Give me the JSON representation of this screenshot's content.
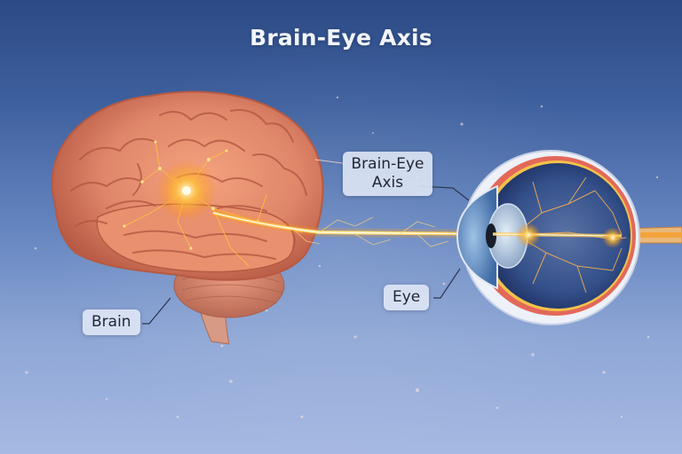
{
  "title": "Brain-Eye Axis",
  "labels": {
    "axis": "Brain-Eye\nAxis",
    "axis_line1": "Brain-Eye",
    "axis_line2": "Axis",
    "brain": "Brain",
    "eye": "Eye"
  },
  "colors": {
    "background_top": "#2c4a85",
    "background_bottom": "#a6b9e2",
    "brain_tissue": "#e0876a",
    "neural_glow": "#ffb020",
    "eye_sclera": "#eef1f8",
    "label_bg": "#e1e8f6",
    "label_text": "#1f2533"
  }
}
